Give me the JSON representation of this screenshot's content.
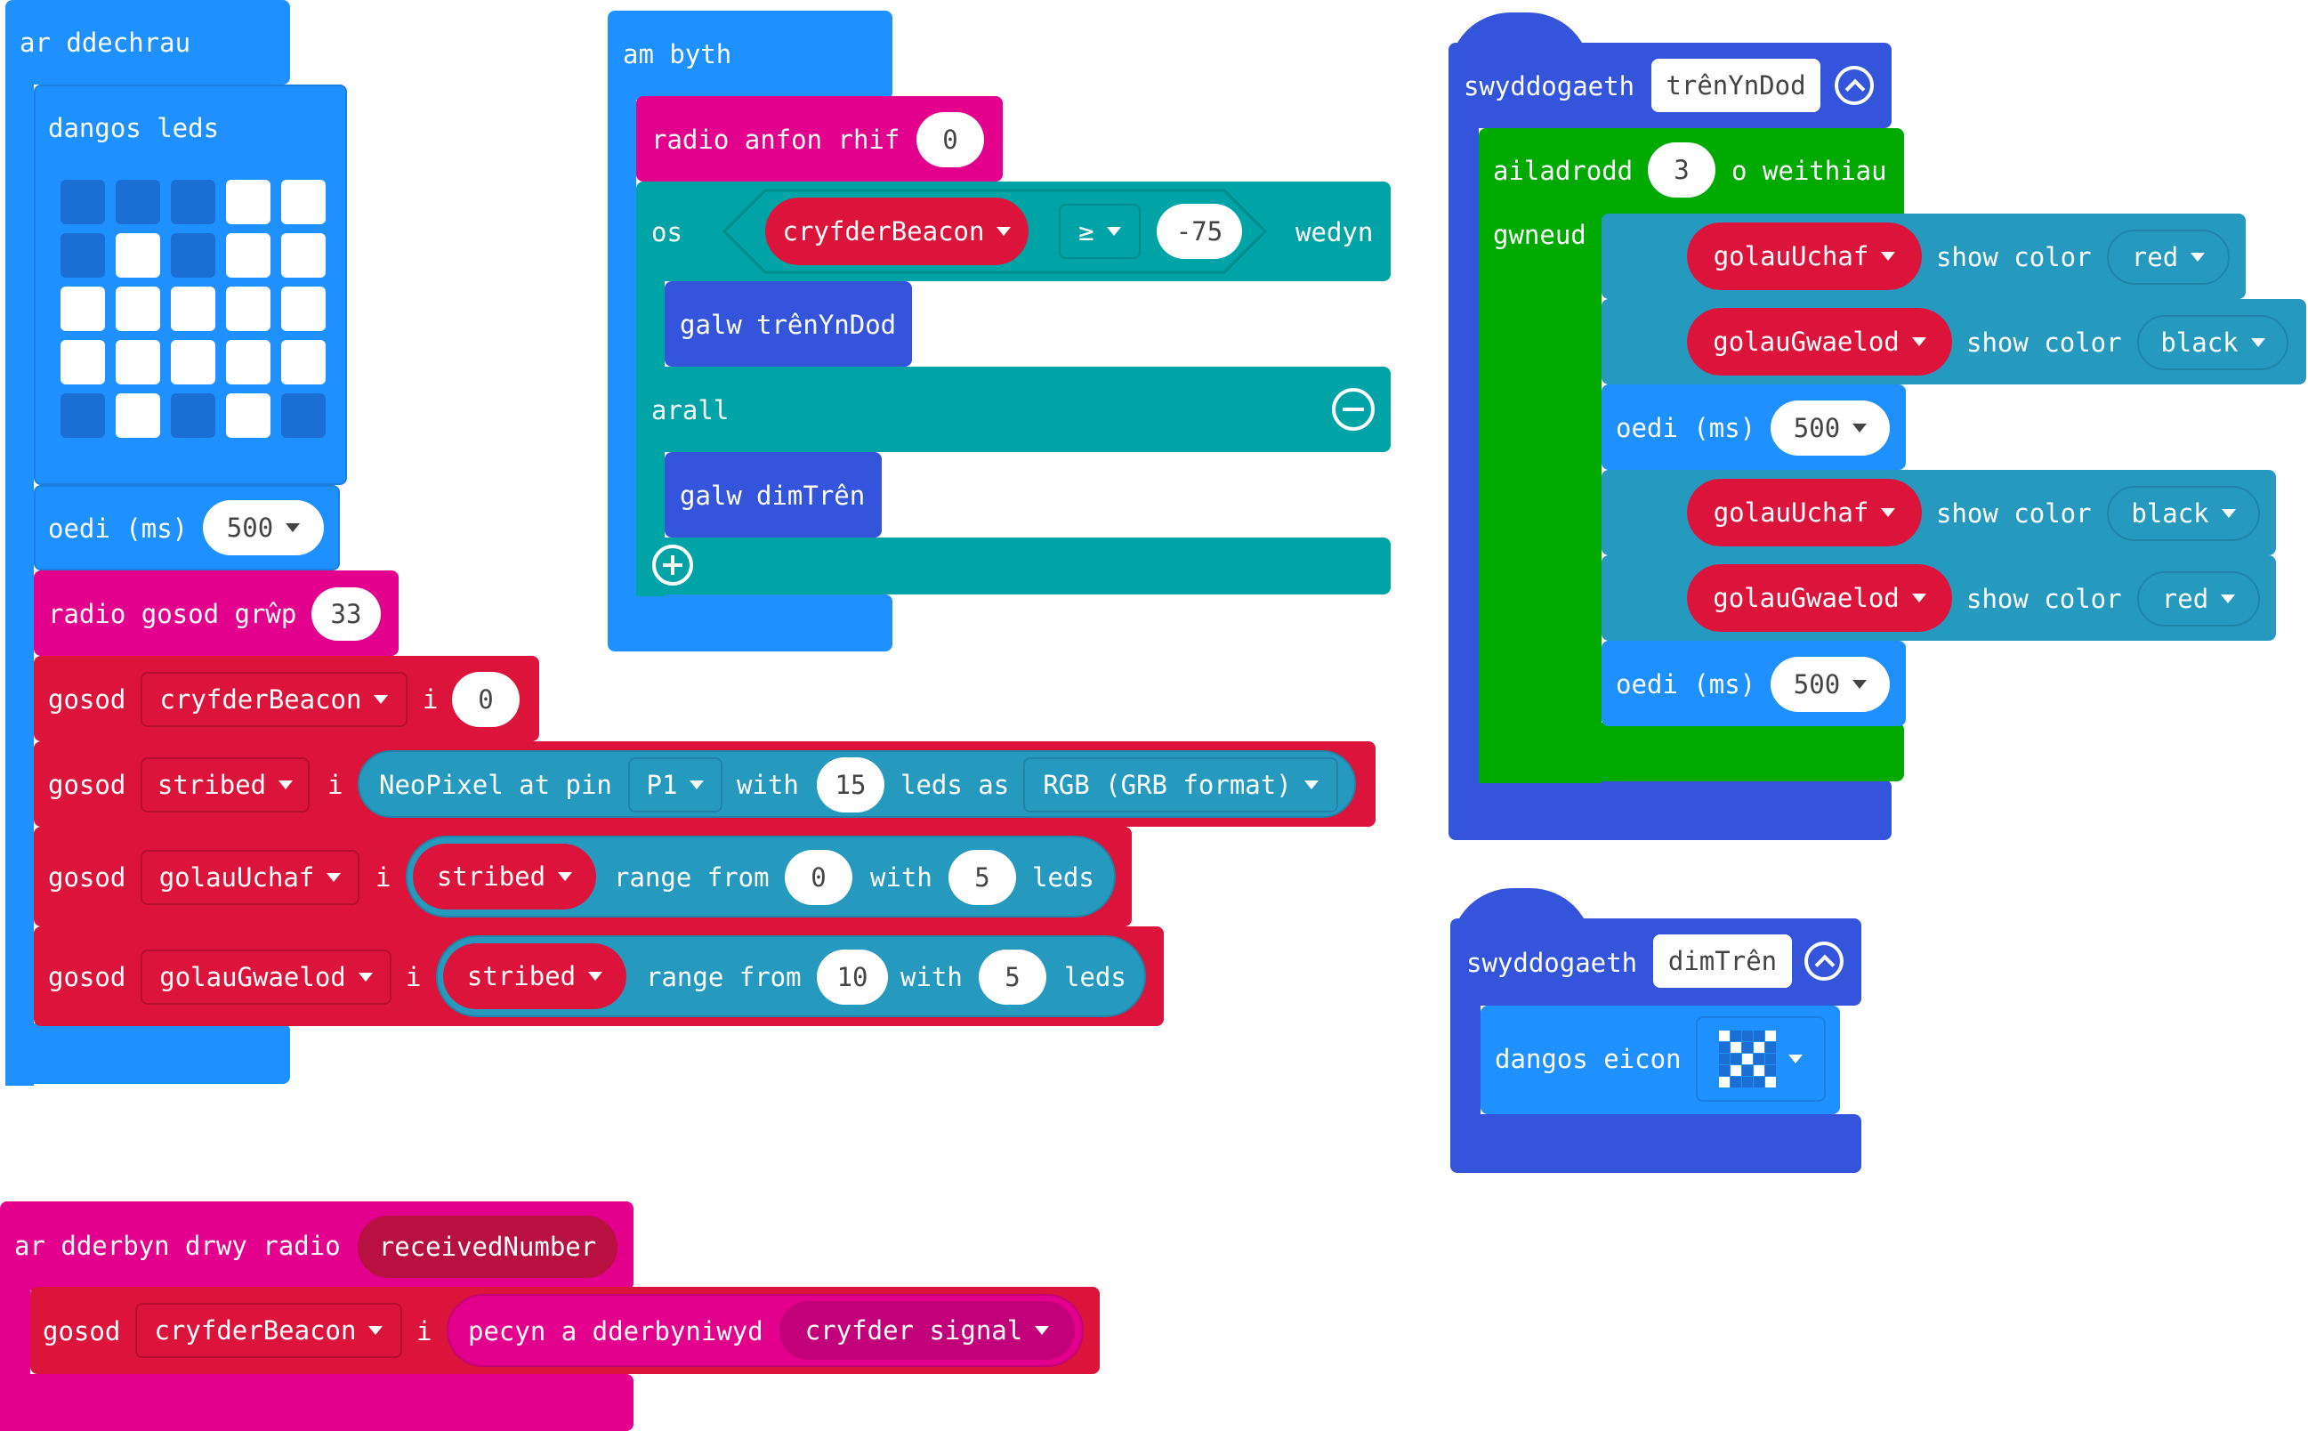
{
  "start_block": {
    "hat": "ar ddechrau",
    "show_leds": "dangos leds",
    "leds": [
      [
        0,
        0,
        0,
        1,
        1
      ],
      [
        0,
        1,
        0,
        1,
        1
      ],
      [
        1,
        1,
        1,
        1,
        1
      ],
      [
        1,
        1,
        1,
        1,
        1
      ],
      [
        0,
        1,
        0,
        1,
        0
      ]
    ],
    "pause_label": "oedi (ms)",
    "pause_value": "500",
    "radio_group_label": "radio gosod grŵp",
    "radio_group_value": "33",
    "set_label": "gosod",
    "to_label": "i",
    "set1": {
      "var": "cryfderBeacon",
      "value": "0"
    },
    "set2": {
      "var": "stribed",
      "create": "NeoPixel at pin",
      "pin": "P1",
      "with": "with",
      "count": "15",
      "leds_as": "leds as",
      "format": "RGB (GRB format)"
    },
    "set3": {
      "var": "golauUchaf",
      "strip": "stribed",
      "range_from": "range from",
      "from": "0",
      "with": "with",
      "count": "5",
      "leds": "leds"
    },
    "set4": {
      "var": "golauGwaelod",
      "strip": "stribed",
      "range_from": "range from",
      "from": "10",
      "with": "with",
      "count": "5",
      "leds": "leds"
    }
  },
  "forever_block": {
    "hat": "am byth",
    "radio_send": "radio anfon rhif",
    "radio_send_value": "0",
    "if_label": "os",
    "cond_var": "cryfderBeacon",
    "cond_op": "≥",
    "cond_value": "-75",
    "then_label": "wedyn",
    "call1_label": "galw",
    "call1_name": "trênYnDod",
    "else_label": "arall",
    "call2_label": "galw",
    "call2_name": "dimTrên"
  },
  "func1": {
    "label": "swyddogaeth",
    "name": "trênYnDod",
    "repeat_label": "ailadrodd",
    "repeat_value": "3",
    "times_label": "o weithiau",
    "do_label": "gwneud",
    "rows": [
      {
        "var": "golauUchaf",
        "action": "show color",
        "color": "red"
      },
      {
        "var": "golauGwaelod",
        "action": "show color",
        "color": "black"
      },
      {
        "pause": "oedi (ms)",
        "value": "500"
      },
      {
        "var": "golauUchaf",
        "action": "show color",
        "color": "black"
      },
      {
        "var": "golauGwaelod",
        "action": "show color",
        "color": "red"
      },
      {
        "pause": "oedi (ms)",
        "value": "500"
      }
    ]
  },
  "func2": {
    "label": "swyddogaeth",
    "name": "dimTrên",
    "show_icon": "dangos eicon"
  },
  "radio_recv": {
    "hat": "ar dderbyn drwy radio",
    "param": "receivedNumber",
    "set_label": "gosod",
    "var": "cryfderBeacon",
    "to_label": "i",
    "packet": "pecyn a dderbyniwyd",
    "field": "cryfder signal"
  },
  "colors": {
    "basic_blue": "#1e90ff",
    "radio_pink": "#e3008c",
    "var_red": "#dc143c",
    "logic_teal": "#00a4a6",
    "func_blue": "#3455db",
    "loop_green": "#00aa00",
    "neopixel_teal": "#2699bf"
  }
}
